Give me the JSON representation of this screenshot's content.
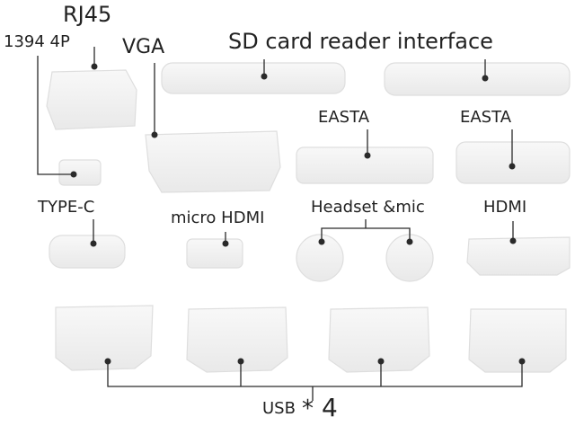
{
  "labels": {
    "rj45": "RJ45",
    "ieee1394": "1394 4P",
    "vga": "VGA",
    "sd_card": "SD card reader interface",
    "easta_1": "EASTA",
    "easta_2": "EASTA",
    "type_c": "TYPE-C",
    "micro_hdmi": "micro HDMI",
    "headset_mic": "Headset &mic",
    "hdmi": "HDMI",
    "usb": "USB",
    "usb_mult": "*",
    "usb_count": "4"
  },
  "colors": {
    "background": "#ffffff",
    "plug_fill": "#f3f3f3",
    "plug_edge": "#dddddd",
    "line": "#2a2a2a"
  }
}
